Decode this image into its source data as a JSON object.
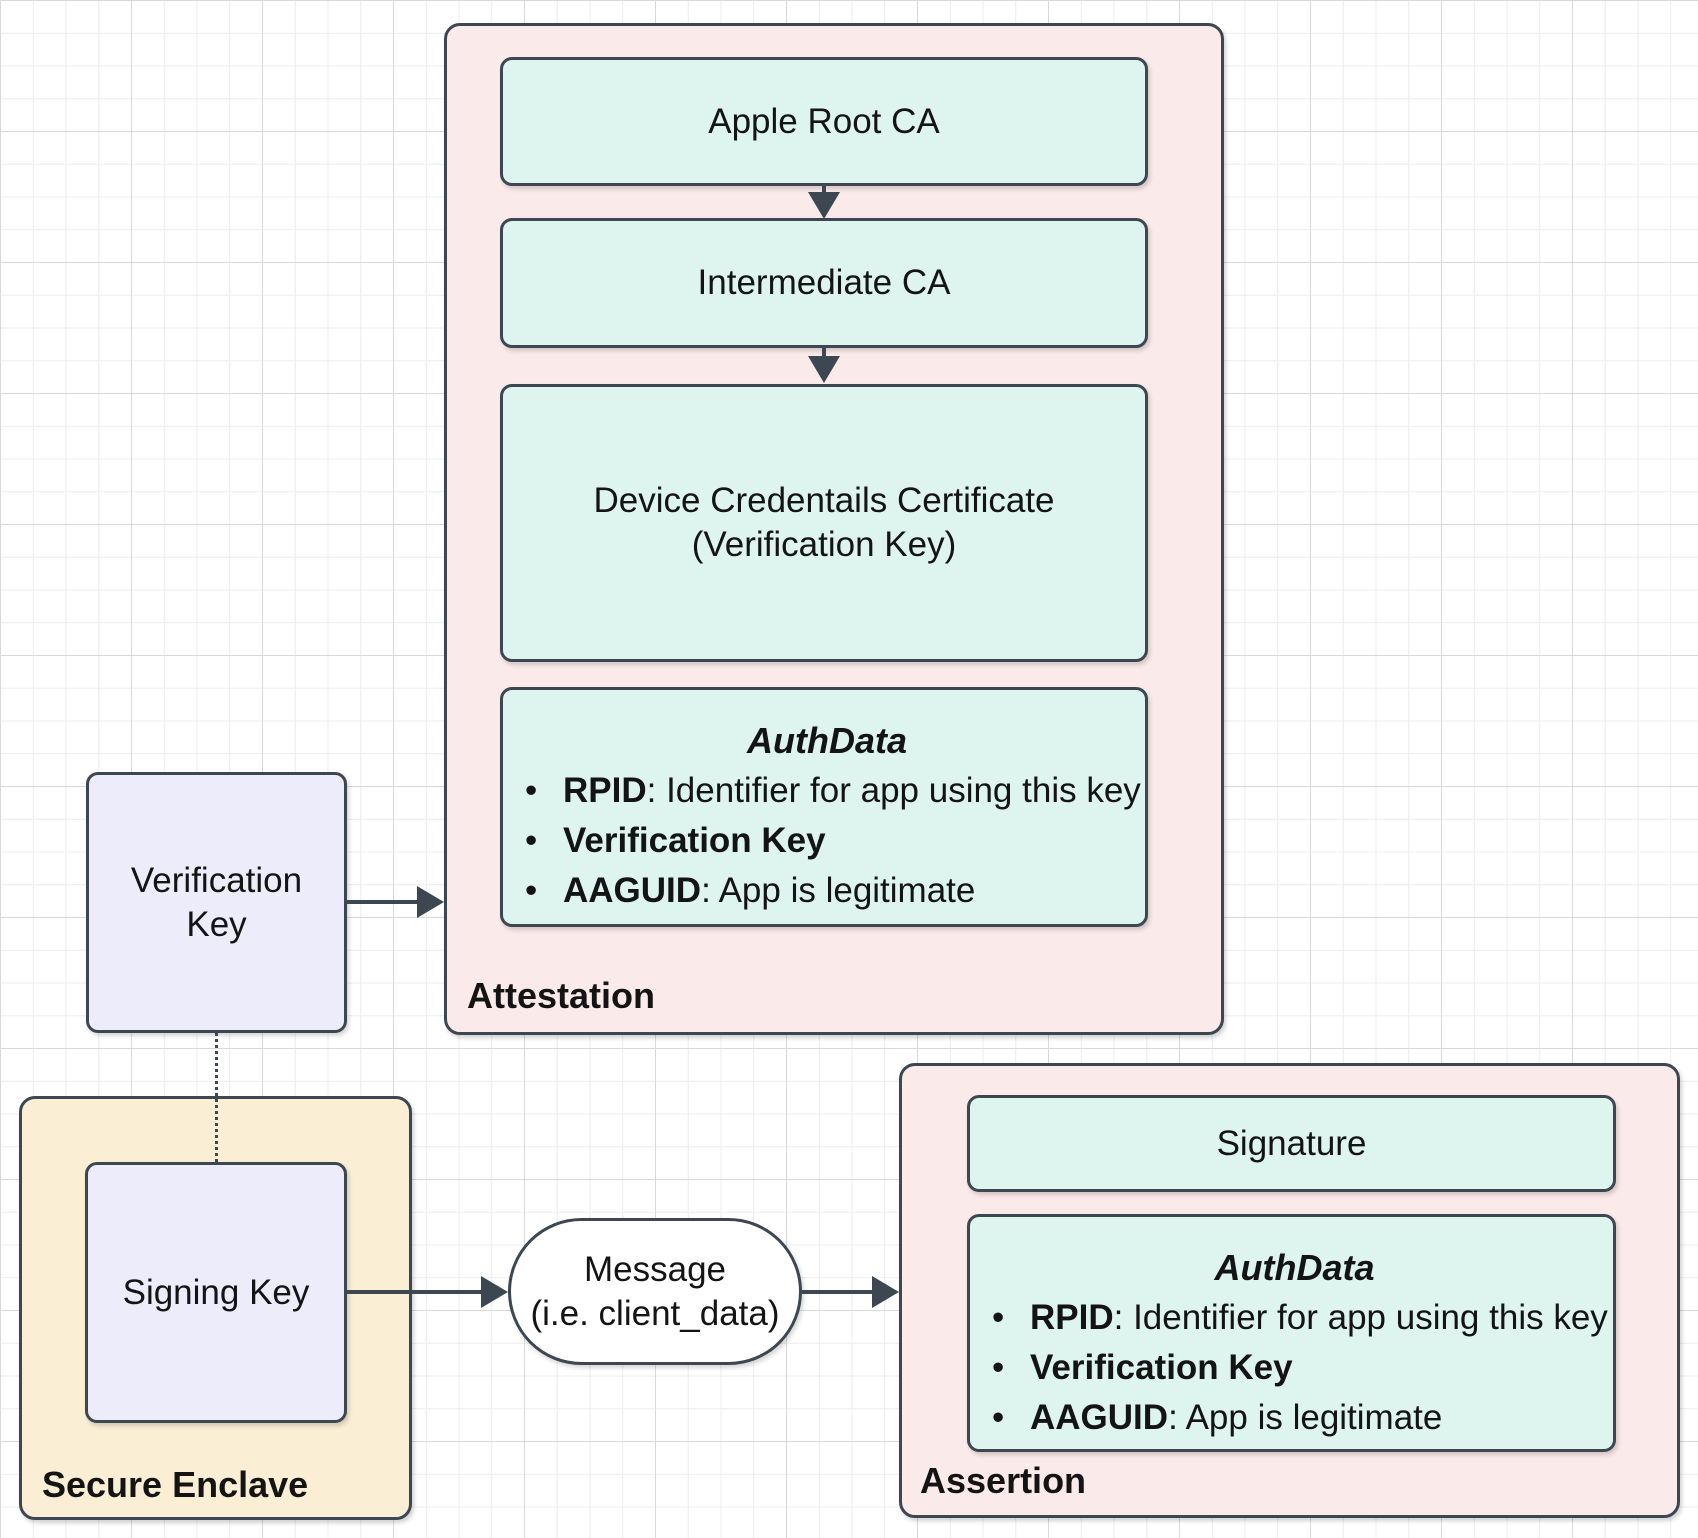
{
  "colors": {
    "border": "#3d4752",
    "attestation_fill": "#fbeaea",
    "assertion_fill": "#fbeaea",
    "secure_enclave_fill": "#faeed5",
    "certificate_fill": "#ddf4ef",
    "key_fill": "#ececfa",
    "message_fill": "#ffffff"
  },
  "attestation": {
    "label": "Attestation",
    "chain": {
      "root_ca": "Apple Root CA",
      "intermediate_ca": "Intermediate CA",
      "device_cert": "Device Credentails Certificate\n(Verification Key)"
    },
    "authdata": {
      "title": "AuthData",
      "bullets": [
        {
          "marker": "•",
          "term": "RPID",
          "rest": ": Identifier for app using this key"
        },
        {
          "marker": "•",
          "term": "Verification Key",
          "rest": ""
        },
        {
          "marker": "•",
          "term": "AAGUID",
          "rest": ": App is legitimate"
        }
      ]
    }
  },
  "verification_key": {
    "label": "Verification Key"
  },
  "secure_enclave": {
    "label": "Secure Enclave",
    "signing_key": "Signing Key"
  },
  "message": {
    "label": "Message\n(i.e. client_data)"
  },
  "assertion": {
    "label": "Assertion",
    "signature": "Signature",
    "authdata": {
      "title": "AuthData",
      "bullets": [
        {
          "marker": "•",
          "term": "RPID",
          "rest": ": Identifier for app using this key"
        },
        {
          "marker": "•",
          "term": "Verification Key",
          "rest": ""
        },
        {
          "marker": "•",
          "term": "AAGUID",
          "rest": ": App is legitimate"
        }
      ]
    }
  }
}
